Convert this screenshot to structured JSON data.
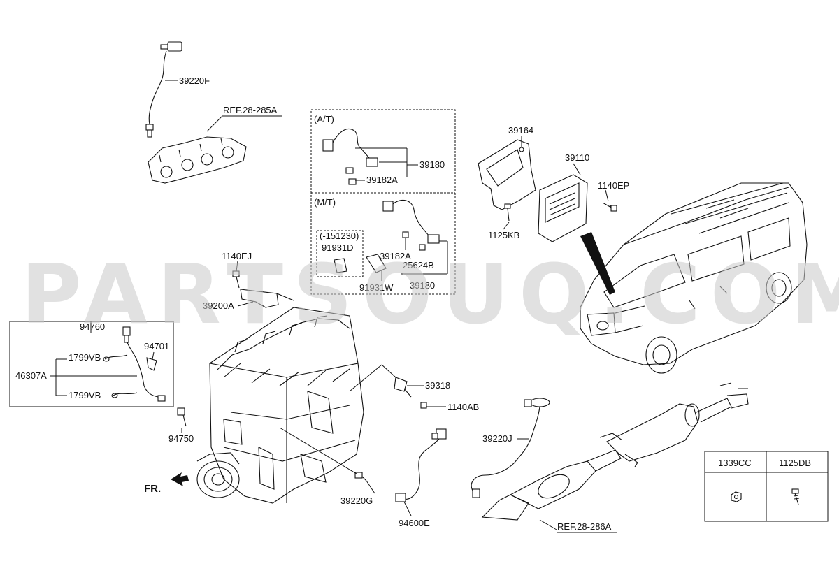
{
  "watermark": "PARTSOUQ.COM",
  "direction_label": "FR.",
  "groups": {
    "at_label": "(A/T)",
    "mt_label": "(M/T)",
    "date_range_label": "(-151230)"
  },
  "legend": {
    "col1_header": "1339CC",
    "col2_header": "1125DB"
  },
  "parts": {
    "p39220F": "39220F",
    "ref28285A": "REF.28-285A",
    "p39180_at": "39180",
    "p39182A_at": "39182A",
    "p91931D": "91931D",
    "p39182A_mt": "39182A",
    "p25624B": "25624B",
    "p91931W": "91931W",
    "p39180_mt": "39180",
    "p39164": "39164",
    "p39110": "39110",
    "p1140EP": "1140EP",
    "p1125KB": "1125KB",
    "p1140EJ": "1140EJ",
    "p39200A": "39200A",
    "p94760": "94760",
    "p94701": "94701",
    "p1799VB_a": "1799VB",
    "p46307A": "46307A",
    "p1799VB_b": "1799VB",
    "p94750": "94750",
    "p39318": "39318",
    "p1140AB": "1140AB",
    "p39220J": "39220J",
    "p39220G": "39220G",
    "p94600E": "94600E",
    "ref28286A": "REF.28-286A"
  }
}
